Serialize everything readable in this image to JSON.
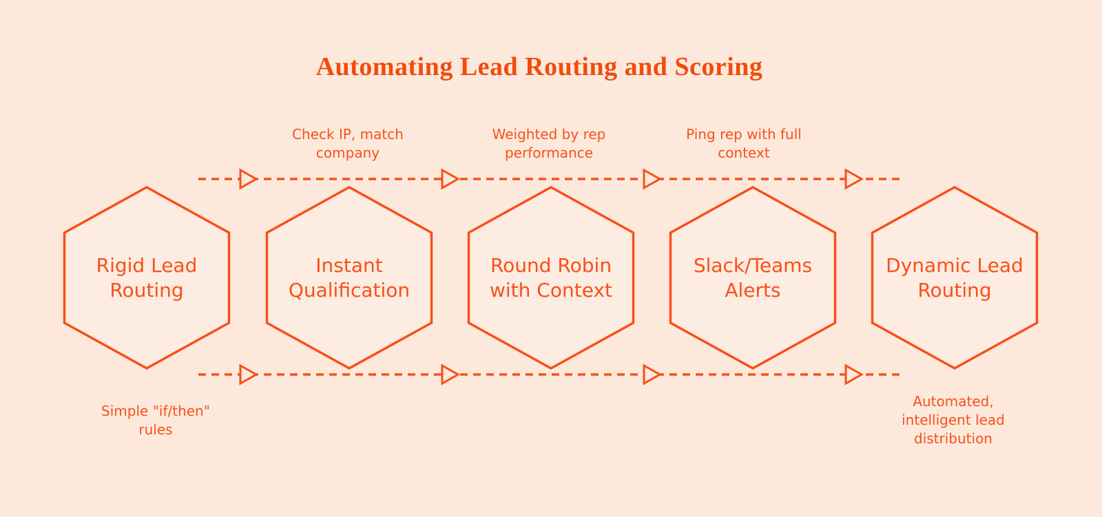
{
  "title": "Automating Lead Routing and Scoring",
  "colors": {
    "background": "#fce9dc",
    "accent": "#f8501a",
    "title": "#f24b0c",
    "hexagon_fill": "#fdece1"
  },
  "stages": [
    {
      "label": "Rigid Lead\nRouting"
    },
    {
      "label": "Instant\nQualification"
    },
    {
      "label": "Round Robin\nwith Context"
    },
    {
      "label": "Slack/Teams\nAlerts"
    },
    {
      "label": "Dynamic Lead\nRouting"
    }
  ],
  "transition_labels": [
    {
      "text": "Check IP, match\ncompany"
    },
    {
      "text": "Weighted by rep\nperformance"
    },
    {
      "text": "Ping rep with full\ncontext"
    }
  ],
  "annotations": {
    "first_stage": "Simple \"if/then\"\nrules",
    "last_stage": "Automated,\nintelligent lead\ndistribution"
  }
}
